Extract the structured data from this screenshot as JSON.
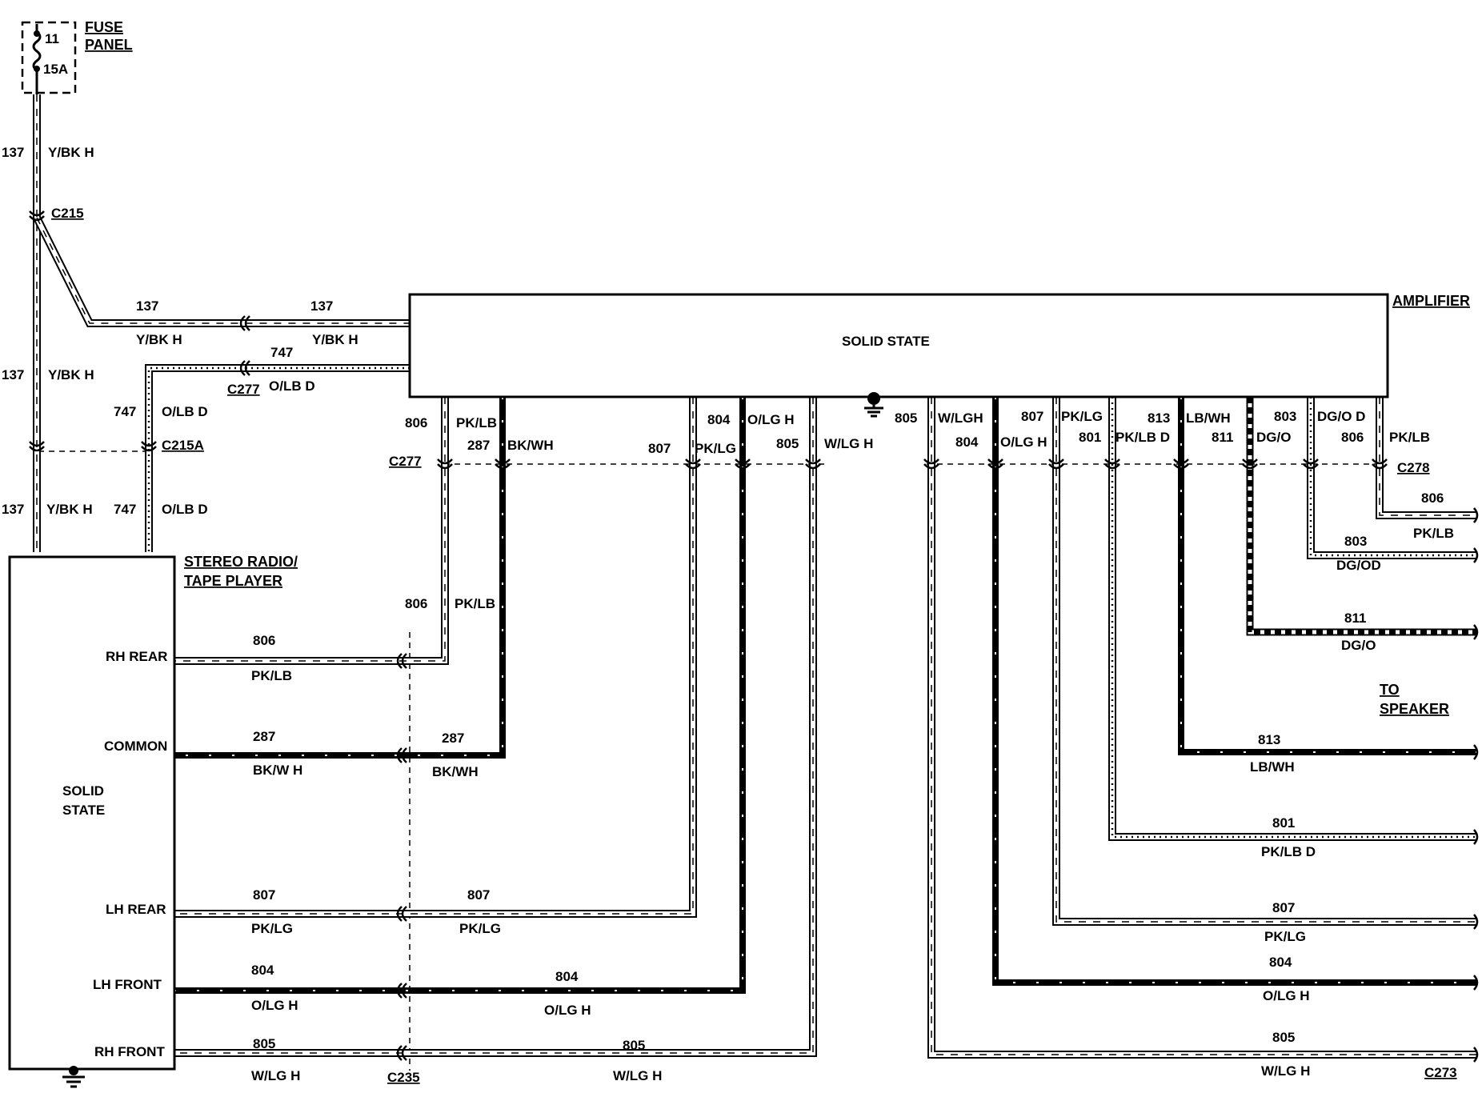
{
  "fuse_panel": {
    "label1": "FUSE",
    "label2": "PANEL",
    "fuse_number": "11",
    "fuse_rating": "15A"
  },
  "amplifier": {
    "label": "AMPLIFIER",
    "body": "SOLID STATE"
  },
  "radio": {
    "label1": "STEREO RADIO/",
    "label2": "TAPE PLAYER",
    "body1": "SOLID",
    "body2": "STATE",
    "terminals": {
      "rh_rear": "RH REAR",
      "common": "COMMON",
      "lh_rear": "LH REAR",
      "lh_front": "LH FRONT",
      "rh_front": "RH FRONT"
    }
  },
  "connectors": {
    "c215": "C215",
    "c215a": "C215A",
    "c277": "C277",
    "c278": "C278",
    "c235": "C235",
    "c273": "C273"
  },
  "to_speaker": {
    "line1": "TO",
    "line2": "SPEAKER"
  },
  "circuits": {
    "c137": "137",
    "c747": "747",
    "c806": "806",
    "c287": "287",
    "c807": "807",
    "c804": "804",
    "c805": "805",
    "c803": "803",
    "c811": "811",
    "c813": "813",
    "c801": "801"
  },
  "colors": {
    "ybk_h": "Y/BK H",
    "olb_d": "O/LB D",
    "pklb": "PK/LB",
    "bkwh": "BK/WH",
    "bkw_h": "BK/W H",
    "pklg": "PK/LG",
    "olg_h": "O/LG H",
    "wlg_h": "W/LG H",
    "wlgh": "W/LGH",
    "dgo_d": "DG/O D",
    "dgod": "DG/OD",
    "dgo": "DG/O",
    "lbwh": "LB/WH",
    "pklb_d": "PK/LB D"
  },
  "wire_colors": {
    "black": "#000000",
    "white": "#ffffff"
  }
}
